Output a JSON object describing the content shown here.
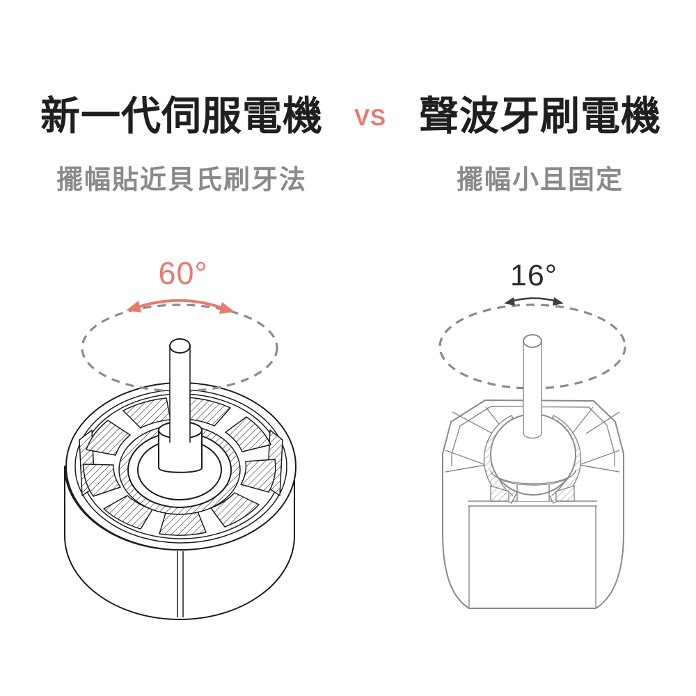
{
  "page": {
    "background": "#ffffff"
  },
  "header": {
    "left": {
      "title": "新一代伺服電機",
      "subtitle": "擺幅貼近貝氏刷牙法"
    },
    "vs_label": "VS",
    "right": {
      "title": "聲波牙刷電機",
      "subtitle": "擺幅小且固定"
    }
  },
  "illustrations": {
    "left": {
      "name": "servo-motor-cutaway",
      "angle_label": "60°",
      "swing_arrow_color": "#e87b6e",
      "line_color": "#1c1c1c",
      "dash_color": "#8c8c8c"
    },
    "right": {
      "name": "sonic-motor-cutaway",
      "angle_label": "16°",
      "swing_arrow_color": "#3f3f3f",
      "line_color": "#8a8a8a",
      "dash_color": "#8c8c8c"
    }
  },
  "colors": {
    "title_text": "#1f1f1f",
    "subtitle_text": "#8a8a8a",
    "vs_text": "#e87b6e"
  }
}
